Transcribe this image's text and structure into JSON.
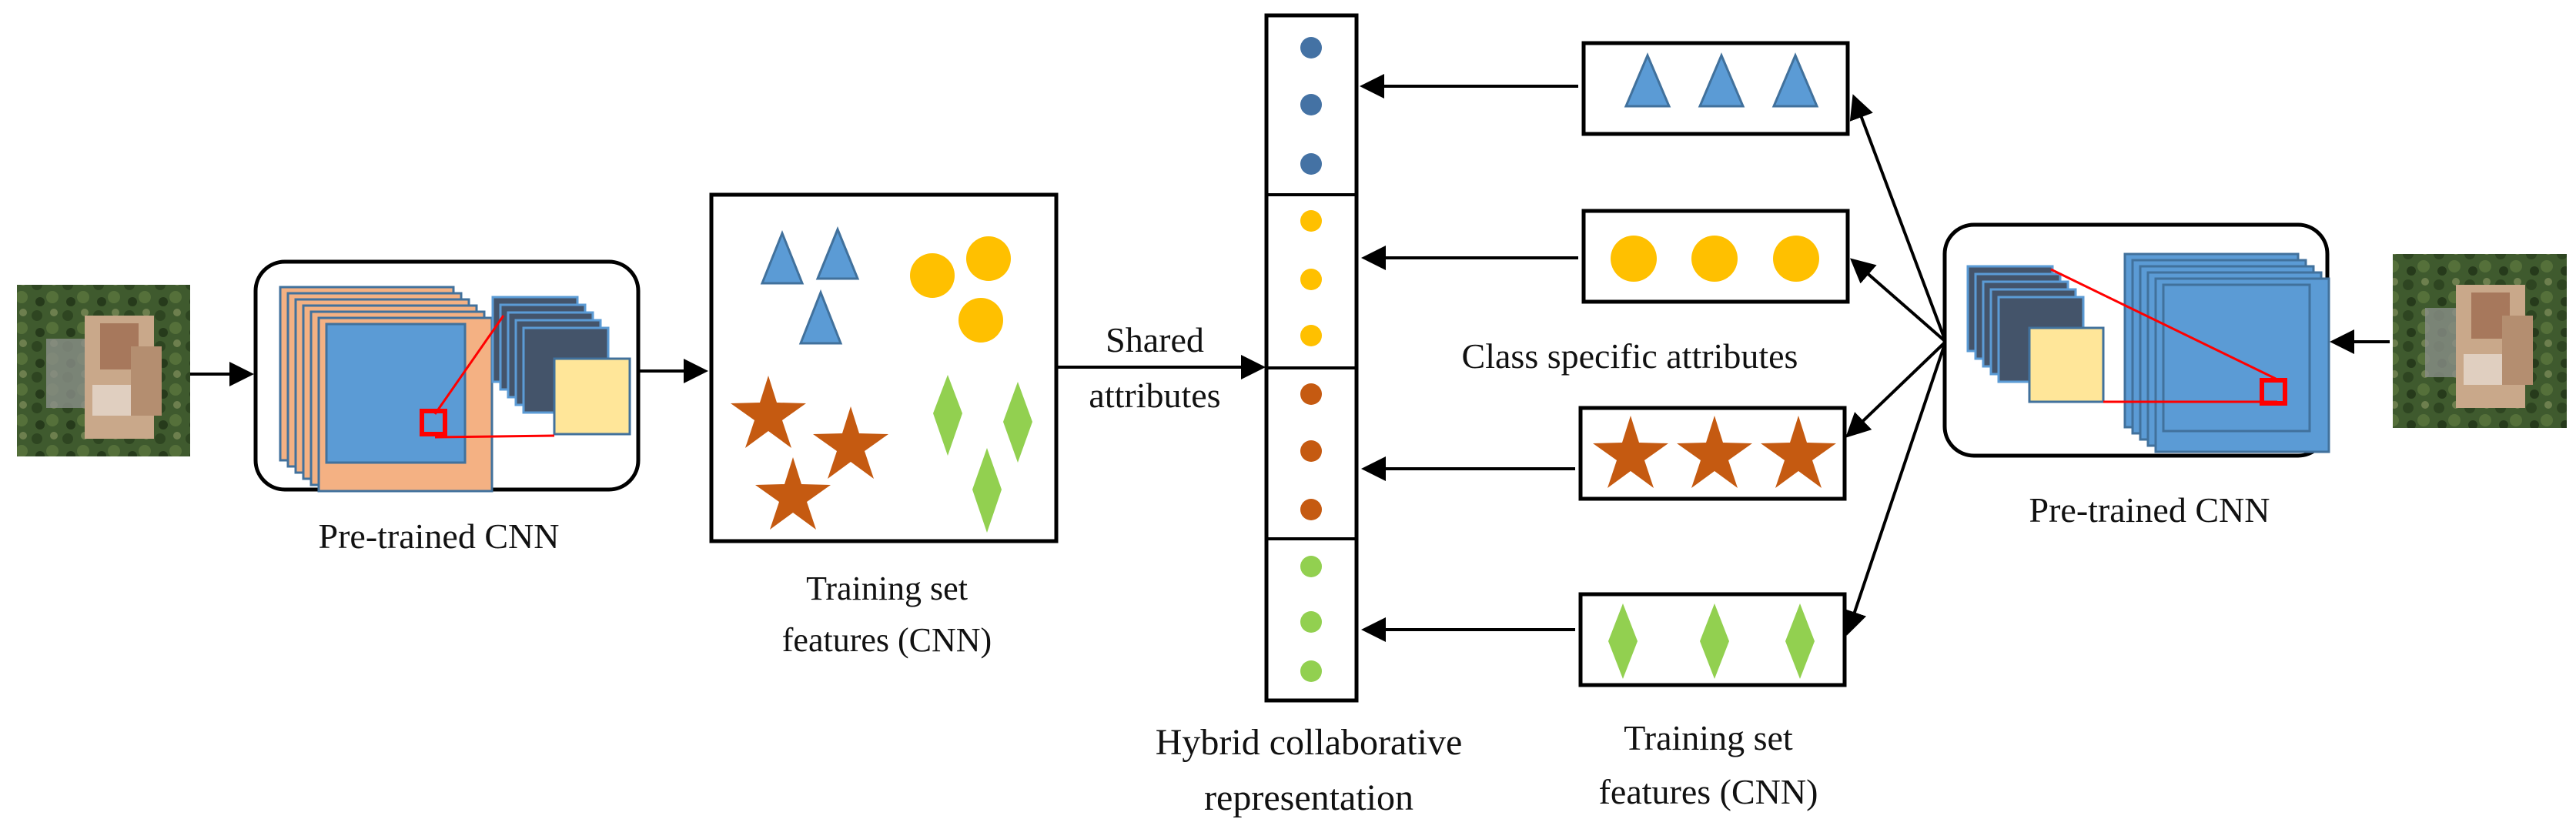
{
  "labels": {
    "left_cnn": "Pre-trained CNN",
    "right_cnn": "Pre-trained CNN",
    "training_features_left_line1": "Training set",
    "training_features_left_line2": "features (CNN)",
    "shared_line1": "Shared",
    "shared_line2": "attributes",
    "class_specific": "Class specific attributes",
    "hybrid_line1": "Hybrid collaborative",
    "hybrid_line2": "representation",
    "training_features_right_line1": "Training set",
    "training_features_right_line2": "features (CNN)"
  },
  "colors": {
    "feature_map_blue": "#5b9bd5",
    "feature_map_edge": "#41719c",
    "feature_map_peach": "#f4b183",
    "feature_map_yellow": "#ffe699",
    "dark_slate": "#44546a",
    "highlight_red": "#ff0000",
    "triangle_blue": "#5b9bd5",
    "circle_gold": "#ffc000",
    "star_orange": "#c55a11",
    "diamond_green": "#92d050",
    "dot_blue": "#4472a4",
    "dot_gold": "#ffc000",
    "dot_orange": "#c55a11",
    "dot_green": "#92d050",
    "aerial_dark": "#3f5a2e",
    "aerial_building": "#c9a88a"
  },
  "icons": [
    "aerial-image-icon",
    "feature-map-stack-icon",
    "triangle-icon",
    "circle-icon",
    "star-icon",
    "diamond-icon",
    "dot-icon",
    "arrow-icon"
  ]
}
